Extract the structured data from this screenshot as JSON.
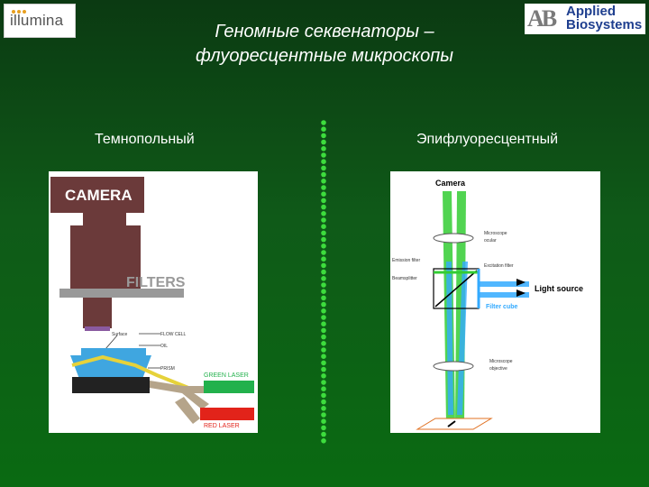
{
  "logos": {
    "left_brand": "illumina",
    "right_mark": "AB",
    "right_brand_line1": "Applied",
    "right_brand_line2": "Biosystems"
  },
  "title": {
    "line1": "Геномные секвенаторы –",
    "line2": "флуоресцентные микроскопы"
  },
  "left": {
    "heading": "Темнопольный",
    "labels": {
      "camera": "CAMERA",
      "filters": "FILTERS",
      "surface": "Surface",
      "flow_cell": "FLOW CELL",
      "oil": "OIL",
      "prism": "PRISM",
      "green_laser": "GREEN LASER",
      "red_laser": "RED LASER"
    }
  },
  "right": {
    "heading": "Эпифлуоресцентный",
    "labels": {
      "camera": "Camera",
      "ocular_1": "Microscope",
      "ocular_2": "ocular",
      "emission_filter": "Emission filter",
      "excitation_filter": "Excitation filter",
      "beamsplitter": "Beamsplitter",
      "light_source": "Light source",
      "filter_cube": "Filter cube",
      "objective_1": "Microscope",
      "objective_2": "objective"
    }
  },
  "colors": {
    "camera_block": "#6b3a3a",
    "filters_block": "#8c8c8c",
    "green_laser": "#22b14c",
    "red_laser": "#e2231a",
    "beam_green": "#33cc33",
    "beam_blue": "#33aaff"
  }
}
